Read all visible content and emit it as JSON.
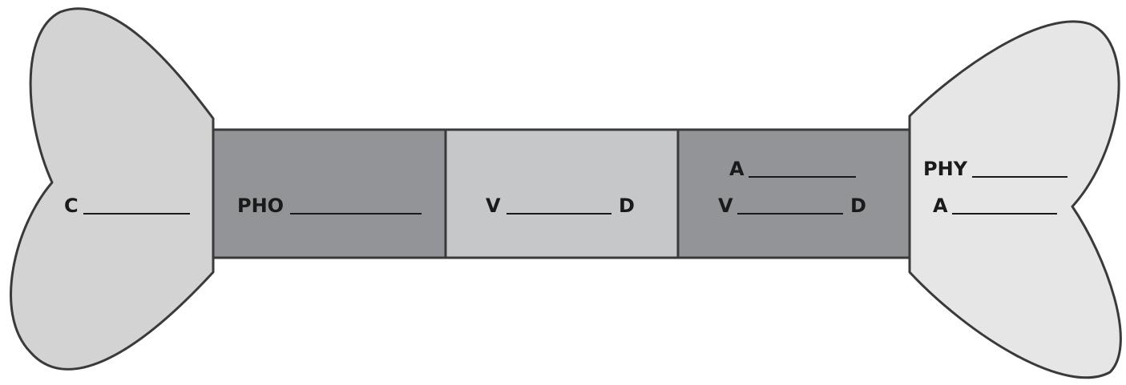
{
  "sections": {
    "left_end": {
      "prefix": "C",
      "suffix": ""
    },
    "segment_1": {
      "prefix": "PHO",
      "suffix": ""
    },
    "segment_2": {
      "prefix": "V",
      "suffix": "D"
    },
    "segment_3": {
      "line_1": {
        "prefix": "A",
        "suffix": ""
      },
      "line_2": {
        "prefix": "V",
        "suffix": "D"
      }
    },
    "right_end": {
      "line_1": {
        "prefix": "PHY",
        "suffix": ""
      },
      "line_2": {
        "prefix": "A",
        "suffix": ""
      }
    }
  },
  "colors": {
    "end_fill": "#d3d3d4",
    "right_end_fill": "#e6e6e7",
    "dark_segment_fill": "#939497",
    "light_segment_fill": "#c6c7c9",
    "outline": "#3a3a3a",
    "text": "#1a1a1a"
  }
}
